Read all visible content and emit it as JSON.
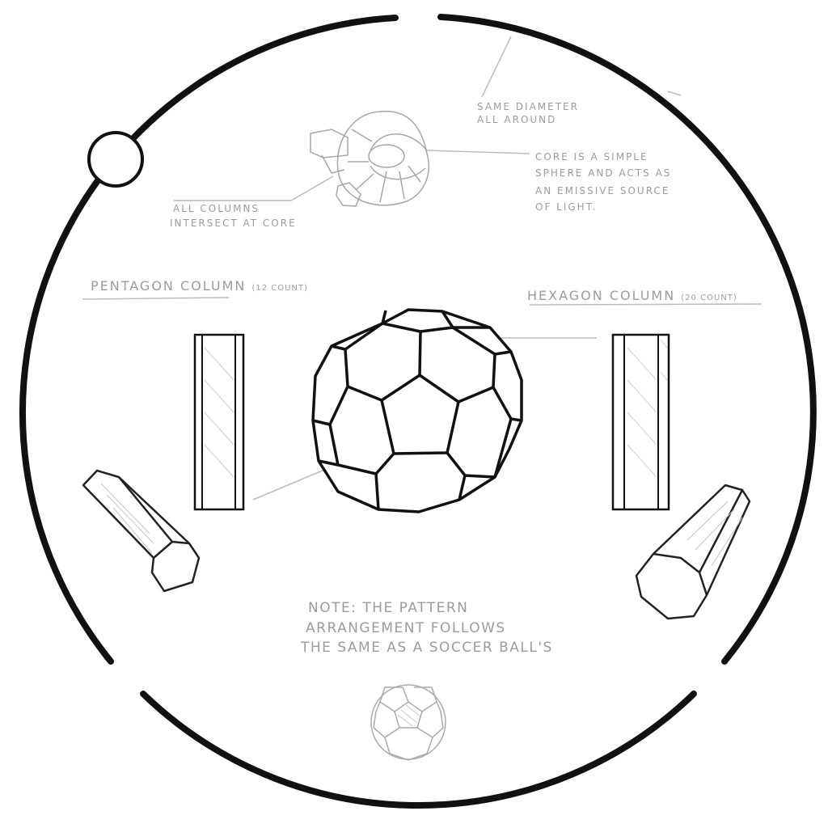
{
  "labels": {
    "same_diameter_1": "Same diameter",
    "same_diameter_2": "all around",
    "core_1": "Core is a simple",
    "core_2": "sphere and acts as",
    "core_3": "an emissive source",
    "core_4": "of light.",
    "columns_1": "All columns",
    "columns_2": "intersect at core",
    "pentagon_title": "Pentagon column",
    "pentagon_count": "(12 count)",
    "hexagon_title": "Hexagon column",
    "hexagon_count": "(20 count)",
    "note_1": "Note: the pattern",
    "note_2": "arrangement follows",
    "note_3": "the same as a soccer ball's"
  },
  "colors": {
    "ink": "#111111",
    "pencil": "#9c9c9c",
    "paper": "#ffffff"
  }
}
